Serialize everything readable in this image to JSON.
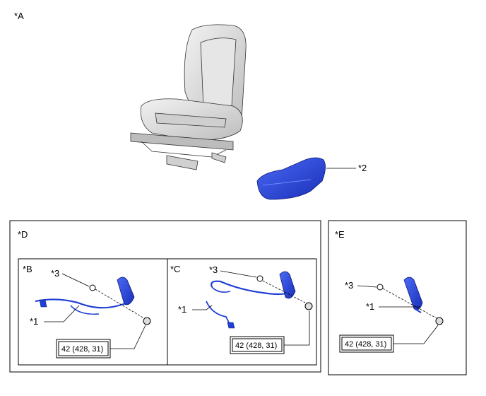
{
  "view_labels": {
    "a": "*A",
    "b": "*B",
    "c": "*C",
    "d": "*D",
    "e": "*E"
  },
  "part_labels": {
    "seat_belt": "*1",
    "cover": "*2",
    "retainer": "*3"
  },
  "torque_spec": "42 (428, 31)",
  "colors": {
    "highlight_blue": "#1f3fd6",
    "outline": "#000000",
    "seat_gray": "#d9d9d9"
  }
}
